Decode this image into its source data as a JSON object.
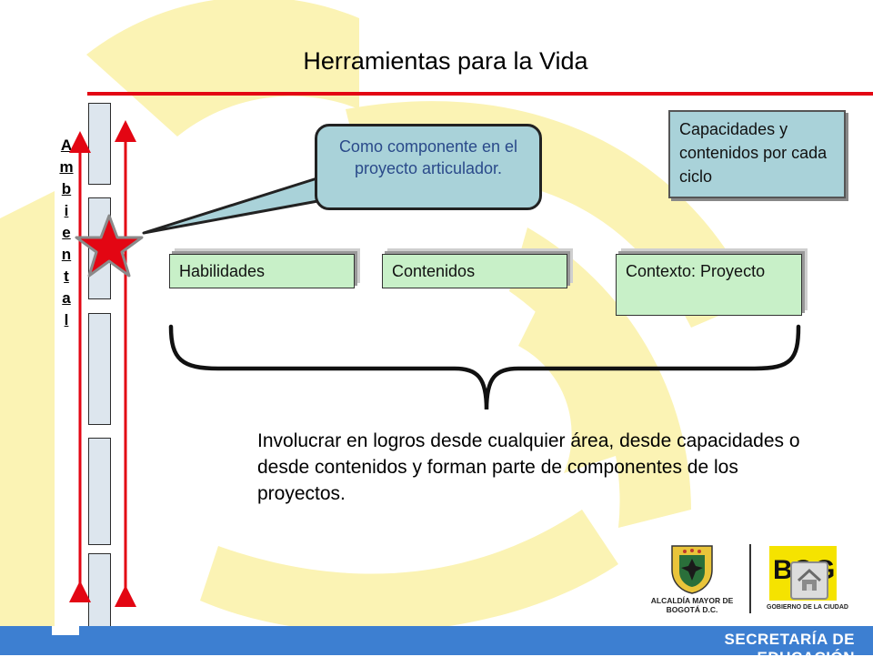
{
  "slide": {
    "title": "Herramientas para la Vida",
    "vertical_label": [
      "A",
      "m",
      "b",
      "i",
      "e",
      "n",
      "t",
      "a",
      "l"
    ],
    "callout": "Como componente en el proyecto articulador.",
    "capacities_box": "Capacidades y contenidos por cada ciclo",
    "boxes": [
      {
        "label": "Habilidades"
      },
      {
        "label": "Contenidos"
      },
      {
        "label": "Contexto: Proyecto"
      }
    ],
    "bottom_text": "Involucrar en logros desde cualquier área, desde capacidades o desde contenidos y forman parte de componentes de los proyectos."
  },
  "footer": {
    "department": "SECRETARÍA DE EDUCACIÓN",
    "alcaldia_caption": "ALCALDÍA MAYOR DE BOGOTÁ D.C.",
    "gobierno_caption": "GOBIERNO DE LA CIUDAD",
    "bog_text": "BOG"
  },
  "colors": {
    "accent_red": "#e30613",
    "footer_blue": "#3d7fd1",
    "watermark_yellow": "#fbf3b4",
    "callout_teal": "#a9d2d9",
    "box_green": "#c8f0c8"
  },
  "icons": [
    "star-icon",
    "home-icon",
    "coat-of-arms-icon",
    "brace-icon"
  ]
}
